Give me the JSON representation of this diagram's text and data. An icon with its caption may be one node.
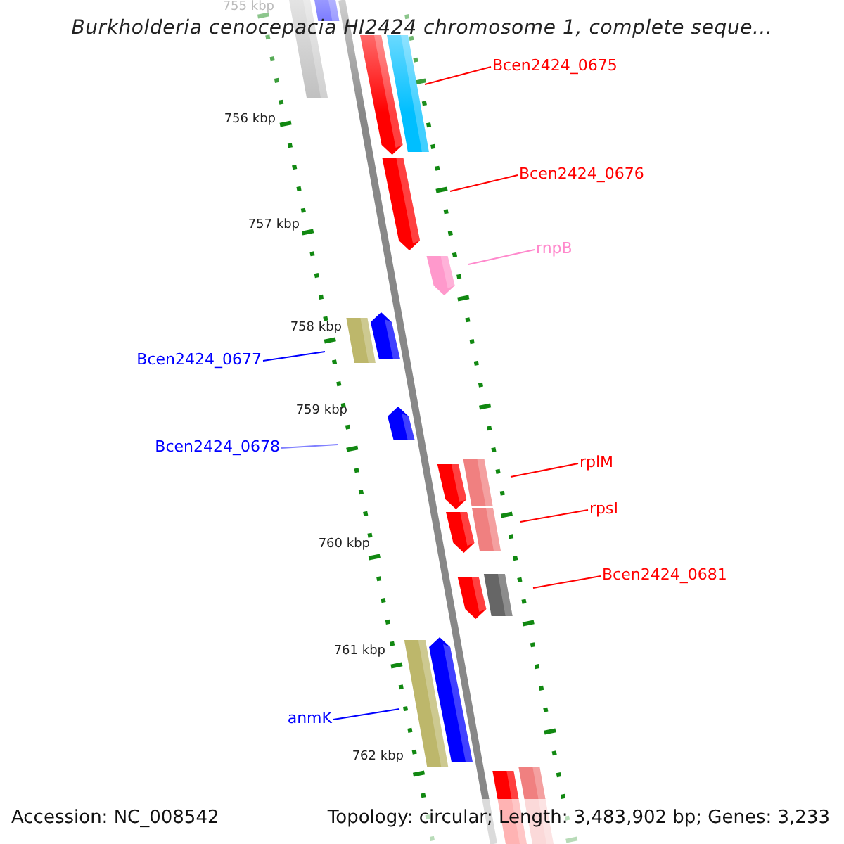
{
  "diagram": {
    "title": "Burkholderia cenocepacia HI2424 chromosome 1, complete seque...",
    "nodes": [
      {
        "text": [
          "Bcen2424_0675"
        ]
      },
      {
        "text": [
          "Bcen2424_0676"
        ]
      },
      {
        "text": [
          "rnpB"
        ]
      },
      {
        "text": [
          "Bcen2424_0677"
        ]
      },
      {
        "text": [
          "Bcen2424_0678"
        ]
      },
      {
        "text": [
          "rplM"
        ]
      },
      {
        "text": [
          "rpsI"
        ]
      },
      {
        "text": [
          "Bcen2424_0681"
        ]
      },
      {
        "text": [
          "anmK"
        ]
      }
    ],
    "edges": [
      {
        "from": 0,
        "to": null,
        "arrow": "none"
      },
      {
        "from": 1,
        "to": null,
        "arrow": "none"
      },
      {
        "from": 2,
        "to": null,
        "arrow": "none",
        "color": "#ff88cc"
      },
      {
        "from": 3,
        "to": null,
        "arrow": "none",
        "color": "#0000ff"
      },
      {
        "from": 4,
        "to": null,
        "arrow": "none",
        "color": "#8080ff"
      },
      {
        "from": 5,
        "to": null,
        "arrow": "none"
      },
      {
        "from": 6,
        "to": null,
        "arrow": "none"
      },
      {
        "from": 7,
        "to": null,
        "arrow": "none"
      },
      {
        "from": 8,
        "to": null,
        "arrow": "none",
        "color": "#0000ff"
      }
    ],
    "labels": [
      "755 kbp",
      "756 kbp",
      "757 kbp",
      "758 kbp",
      "759 kbp",
      "760 kbp",
      "761 kbp",
      "762 kbp",
      "Accession: NC_008542",
      "Topology: circular; Length: 3,483,902 bp; Genes: 3,233"
    ]
  }
}
